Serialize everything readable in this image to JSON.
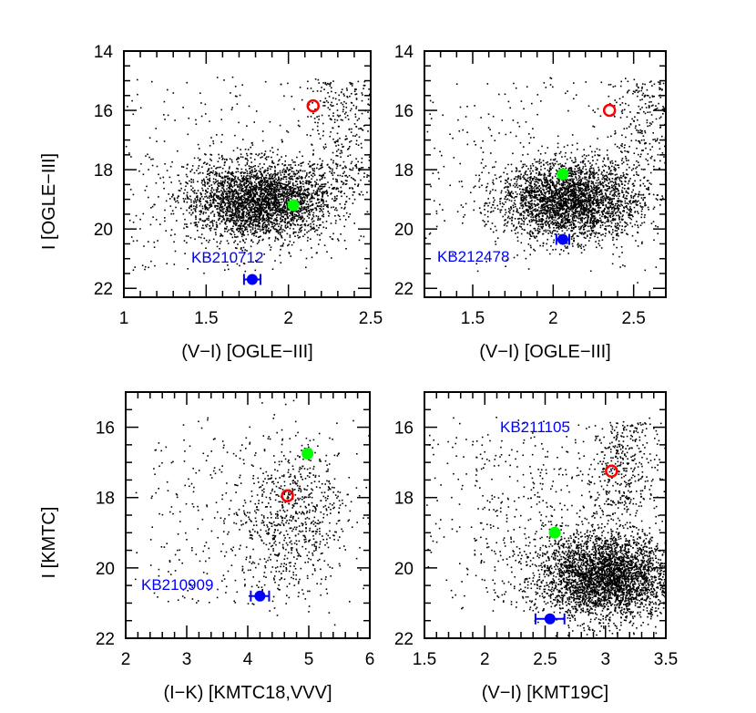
{
  "chart_data": [
    {
      "type": "scatter",
      "panel": "top-left",
      "xlabel": "(V−I) [OGLE−III]",
      "ylabel": "I [OGLE−III]",
      "xlim": [
        1.0,
        2.5
      ],
      "ylim": [
        22.3,
        14.0
      ],
      "y_inverted": true,
      "xticks": [
        "1",
        "1.5",
        "2",
        "2.5"
      ],
      "yticks": [
        "14",
        "16",
        "18",
        "20",
        "22"
      ],
      "event_label": "KB210712",
      "field_stars": {
        "center": [
          1.82,
          19.0
        ],
        "spread": [
          0.22,
          0.65
        ],
        "count": 3200,
        "giant_branch": {
          "x": [
            2.0,
            2.45
          ],
          "y": [
            15.0,
            18.5
          ],
          "count": 300
        }
      },
      "red_clump": {
        "x": 2.15,
        "y": 15.85,
        "color": "#ff0000",
        "marker": "open-circle"
      },
      "source": {
        "x": 2.03,
        "y": 19.2,
        "color": "#00ff00",
        "marker": "filled-circle"
      },
      "blend": {
        "x": 1.78,
        "y": 21.7,
        "xerr": 0.05,
        "color": "#0000ff",
        "marker": "filled-circle-errorbar"
      }
    },
    {
      "type": "scatter",
      "panel": "top-right",
      "xlabel": "(V−I) [OGLE−III]",
      "ylabel": "",
      "xlim": [
        1.2,
        2.7
      ],
      "ylim": [
        22.3,
        14.0
      ],
      "y_inverted": true,
      "xticks": [
        "1.5",
        "2",
        "2.5"
      ],
      "yticks": [
        "14",
        "16",
        "18",
        "20",
        "22"
      ],
      "event_label": "KB212478",
      "field_stars": {
        "center": [
          2.1,
          19.0
        ],
        "spread": [
          0.22,
          0.65
        ],
        "count": 3000,
        "giant_branch": {
          "x": [
            2.2,
            2.7
          ],
          "y": [
            15.0,
            18.0
          ],
          "count": 250
        }
      },
      "red_clump": {
        "x": 2.35,
        "y": 16.0,
        "color": "#ff0000",
        "marker": "open-circle"
      },
      "source": {
        "x": 2.06,
        "y": 18.15,
        "color": "#00ff00",
        "marker": "filled-circle"
      },
      "blend": {
        "x": 2.06,
        "y": 20.35,
        "xerr": 0.04,
        "color": "#0000ff",
        "marker": "filled-circle-errorbar"
      }
    },
    {
      "type": "scatter",
      "panel": "bottom-left",
      "xlabel": "(I−K) [KMTC18,VVV]",
      "ylabel": "I [KMTC]",
      "xlim": [
        2.0,
        6.0
      ],
      "ylim": [
        22.0,
        15.0
      ],
      "y_inverted": true,
      "xticks": [
        "2",
        "3",
        "4",
        "5",
        "6"
      ],
      "yticks": [
        "16",
        "18",
        "20",
        "22"
      ],
      "event_label": "KB210909",
      "field_stars": {
        "center": [
          4.7,
          18.6
        ],
        "spread": [
          0.45,
          1.1
        ],
        "count": 700,
        "halo": {
          "x": [
            2.4,
            5.4
          ],
          "y": [
            16.3,
            21.0
          ],
          "count": 250
        }
      },
      "red_clump": {
        "x": 4.65,
        "y": 17.95,
        "color": "#ff0000",
        "marker": "open-circle"
      },
      "source": {
        "x": 4.98,
        "y": 16.75,
        "color": "#00ff00",
        "marker": "filled-circle"
      },
      "blend": {
        "x": 4.2,
        "y": 20.8,
        "xerr": 0.15,
        "color": "#0000ff",
        "marker": "filled-circle-errorbar"
      }
    },
    {
      "type": "scatter",
      "panel": "bottom-right",
      "xlabel": "(V−I) [KMT19C]",
      "ylabel": "",
      "xlim": [
        1.5,
        3.5
      ],
      "ylim": [
        22.0,
        15.0
      ],
      "y_inverted": true,
      "xticks": [
        "1.5",
        "2",
        "2.5",
        "3",
        "3.5"
      ],
      "yticks": [
        "16",
        "18",
        "20",
        "22"
      ],
      "event_label": "KB211105",
      "field_stars": {
        "center": [
          3.0,
          20.2
        ],
        "spread": [
          0.28,
          0.6
        ],
        "count": 3400,
        "giant_branch": {
          "x": [
            2.8,
            3.3
          ],
          "y": [
            15.8,
            18.5
          ],
          "count": 300
        },
        "halo": {
          "x": [
            1.9,
            3.3
          ],
          "y": [
            16.5,
            21.0
          ],
          "count": 350
        }
      },
      "red_clump": {
        "x": 3.05,
        "y": 17.25,
        "color": "#ff0000",
        "marker": "open-circle"
      },
      "source": {
        "x": 2.58,
        "y": 19.0,
        "color": "#00ff00",
        "marker": "filled-circle"
      },
      "blend": {
        "x": 2.54,
        "y": 21.45,
        "xerr": 0.12,
        "color": "#0000ff",
        "marker": "filled-circle-errorbar"
      }
    }
  ]
}
